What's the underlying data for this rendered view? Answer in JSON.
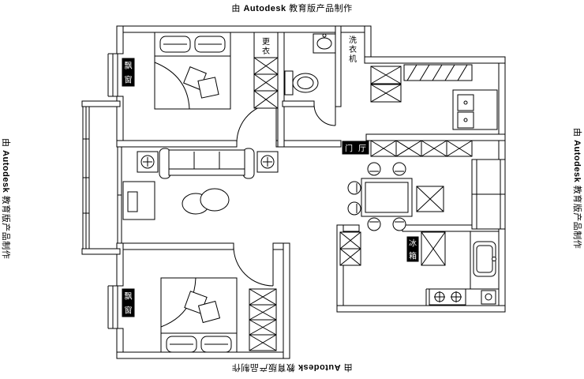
{
  "watermark": {
    "prefix": "由 ",
    "brand": "Autodesk",
    "suffix": " 教育版产品制作"
  },
  "labels": {
    "bay_window": "飘窗",
    "foyer": "门厅",
    "washing_machine": "洗衣机",
    "dressing": "更衣",
    "fridge": "冰箱"
  },
  "colors": {
    "drawing_line": "#000000",
    "background": "#ffffff",
    "label_bg": "#000000",
    "label_text": "#ffffff"
  }
}
